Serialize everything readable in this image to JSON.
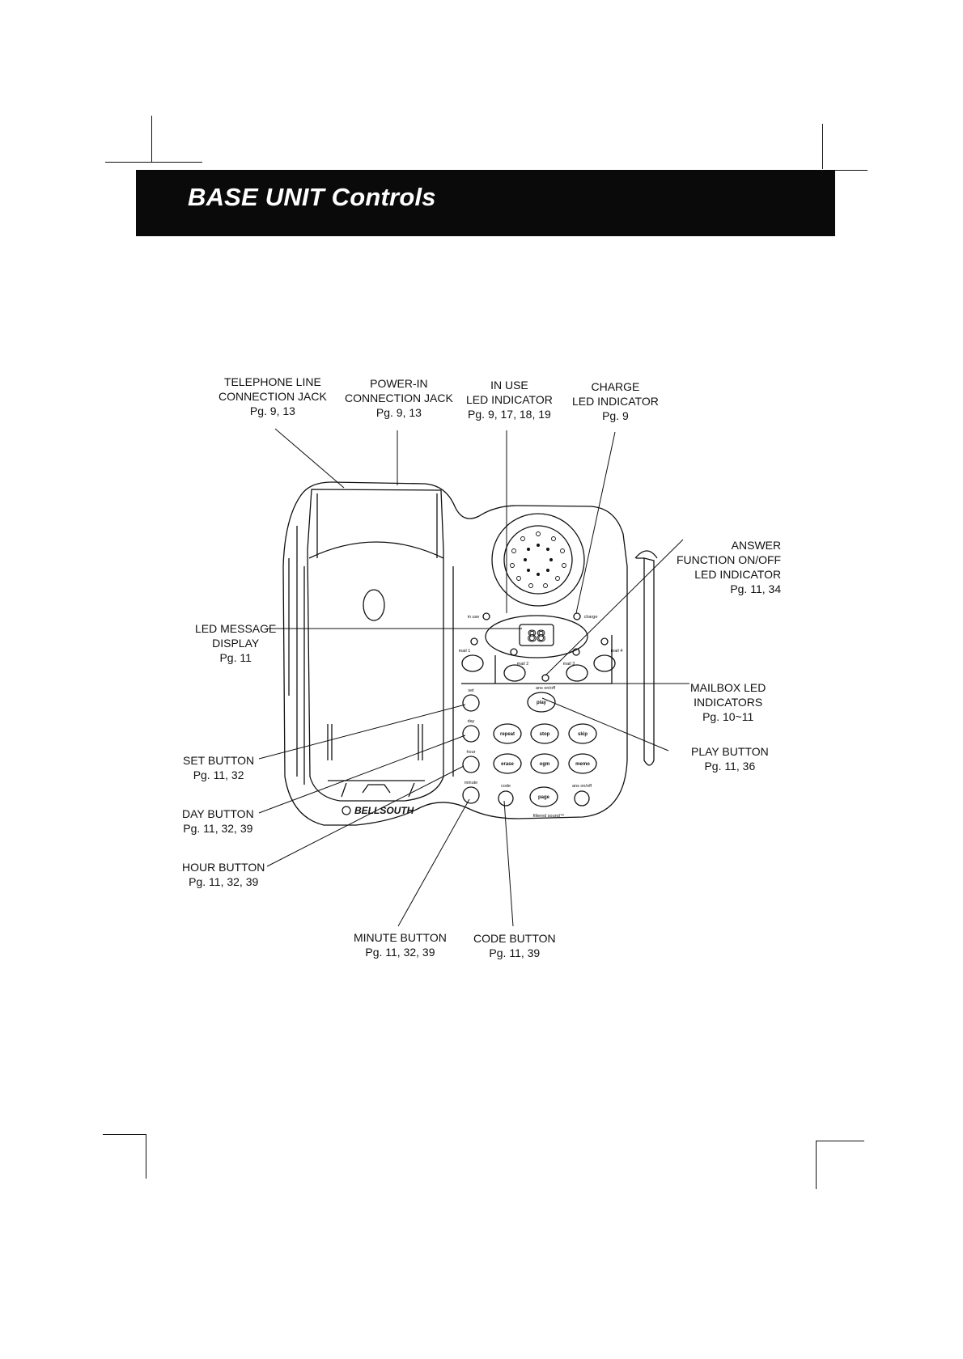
{
  "header": {
    "title": "BASE UNIT Controls"
  },
  "callouts": {
    "telephone_line": {
      "lines": [
        "TELEPHONE LINE",
        "CONNECTION JACK",
        "Pg. 9, 13"
      ]
    },
    "power_in": {
      "lines": [
        "POWER-IN",
        "CONNECTION JACK",
        "Pg. 9, 13"
      ]
    },
    "in_use": {
      "lines": [
        "IN USE",
        "LED INDICATOR",
        "Pg. 9, 17, 18, 19"
      ]
    },
    "charge": {
      "lines": [
        "CHARGE",
        "LED INDICATOR",
        "Pg. 9"
      ]
    },
    "answer_function": {
      "lines": [
        "ANSWER",
        "FUNCTION ON/OFF",
        "LED INDICATOR",
        "Pg. 11, 34"
      ]
    },
    "led_message": {
      "lines": [
        "LED MESSAGE",
        "DISPLAY",
        "Pg. 11"
      ]
    },
    "mailbox_led": {
      "lines": [
        "MAILBOX LED",
        "INDICATORS",
        "Pg. 10~11"
      ]
    },
    "play_button": {
      "lines": [
        "PLAY BUTTON",
        "Pg. 11, 36"
      ]
    },
    "set_button": {
      "lines": [
        "SET BUTTON",
        "Pg. 11, 32"
      ]
    },
    "day_button": {
      "lines": [
        "DAY BUTTON",
        "Pg. 11, 32, 39"
      ]
    },
    "hour_button": {
      "lines": [
        "HOUR BUTTON",
        "Pg. 11, 32, 39"
      ]
    },
    "minute_button": {
      "lines": [
        "MINUTE BUTTON",
        "Pg. 11, 32, 39"
      ]
    },
    "code_button": {
      "lines": [
        "CODE BUTTON",
        "Pg. 11, 39"
      ]
    }
  },
  "device": {
    "brand": "BELLSOUTH",
    "display_digits": "88",
    "filtered_sound": "filtered sound™",
    "labels": {
      "in_use": "in use",
      "charge": "charge",
      "mail1": "mail 1",
      "mail2": "mail 2",
      "mail3": "mail 3",
      "mail4": "mail 4",
      "ans_onoff": "ans on/off",
      "ans_onoff2": "ans on/off",
      "set": "set",
      "day": "day",
      "hour": "hour",
      "minute": "minute",
      "code": "code"
    },
    "buttons": {
      "play": "play",
      "repeat": "repeat",
      "stop": "stop",
      "skip": "skip",
      "erase": "erase",
      "ogm": "ogm",
      "memo": "memo",
      "page": "page"
    }
  }
}
